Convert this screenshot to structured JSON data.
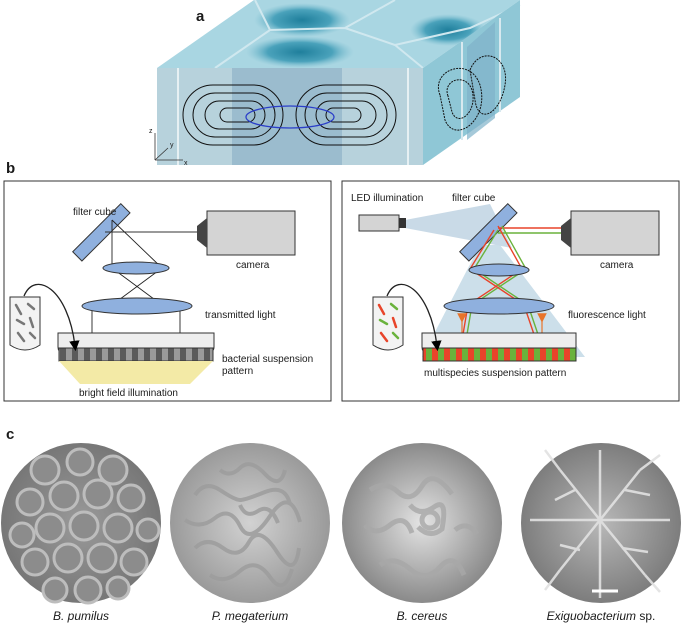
{
  "panels": {
    "a": {
      "letter": "a"
    },
    "b": {
      "letter": "b",
      "left": {
        "filter_cube": "filter cube",
        "camera": "camera",
        "transmitted_light": "transmitted light",
        "suspension_line1": "bacterial suspension",
        "suspension_line2": "pattern",
        "bright_field": "bright field illumination"
      },
      "right": {
        "led": "LED illumination",
        "filter_cube": "filter cube",
        "camera": "camera",
        "fluorescence_light": "fluorescence light",
        "suspension": "multispecies suspension pattern"
      }
    },
    "c": {
      "letter": "c",
      "species": [
        {
          "italic": "B. pumilus",
          "suffix": ""
        },
        {
          "italic": "P. megaterium",
          "suffix": ""
        },
        {
          "italic": "B. cereus",
          "suffix": ""
        },
        {
          "italic": "Exiguobacterium",
          "suffix": " sp."
        }
      ]
    }
  },
  "axes": {
    "z": "z",
    "y": "y",
    "x": "x"
  },
  "colors": {
    "water": "#a9d6e2",
    "water_dark": "#2f8fa8",
    "cube_glass": "#9ec2d8",
    "dark_pattern": "#555555",
    "bright_field": "#f3eaa6",
    "red_stripe": "#e8442a",
    "green_stripe": "#6ab23c"
  }
}
